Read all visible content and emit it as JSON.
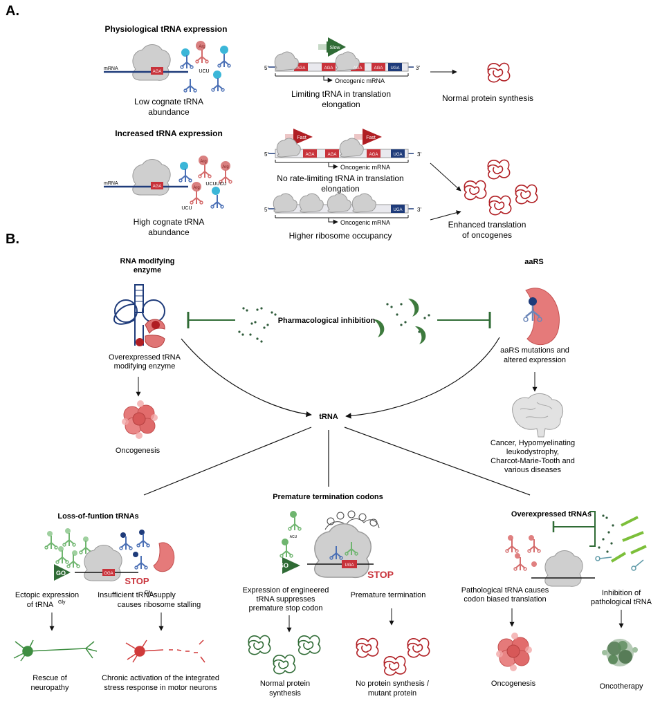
{
  "panel_a": {
    "label": "A.",
    "phys_title": "Physiological tRNA expression",
    "inc_title": "Increased tRNA expression",
    "mrna_label": "mRNA",
    "codon": "AGA",
    "stop_codon": "UGA",
    "anticodon": "UCU",
    "arg": "Arg",
    "five_prime": "5'",
    "three_prime": "3'",
    "slow": "Slow",
    "fast": "Fast",
    "oncogenic_mrna": "Oncogenic mRNA",
    "low_abundance_1": "Low cognate tRNA",
    "low_abundance_2": "abundance",
    "limiting_1": "Limiting tRNA in translation",
    "limiting_2": "elongation",
    "normal_synthesis": "Normal protein synthesis",
    "high_abundance_1": "High cognate tRNA",
    "high_abundance_2": "abundance",
    "no_limit_1": "No rate-limiting tRNA in translation",
    "no_limit_2": "elongation",
    "higher_occupancy": "Higher ribosome occupancy",
    "enhanced_1": "Enhanced translation",
    "enhanced_2": "of oncogenes"
  },
  "panel_b": {
    "label": "B.",
    "rna_mod_1": "RNA modifying",
    "rna_mod_2": "enzyme",
    "aars": "aaRS",
    "pharma": "Pharmacological inhibition",
    "overexp_enzyme_1": "Overexpressed tRNA",
    "overexp_enzyme_2": "modifying enzyme",
    "oncogenesis": "Oncogenesis",
    "trna": "tRNA",
    "aars_mut_1": "aaRS mutations and",
    "aars_mut_2": "altered expression",
    "diseases_1": "Cancer, Hypomyelinating",
    "diseases_2": "leukodystrophy,",
    "diseases_3": "Charcot-Marie-Tooth and",
    "diseases_4": "various diseases",
    "lof_title": "Loss-of-funtion tRNAs",
    "ptc_title": "Premature termination codons",
    "overexp_title": "Overexpressed tRNAs",
    "go": "GO",
    "stop": "STOP",
    "gga": "GGA",
    "acu": "ACU",
    "ectopic_1": "Ectopic expression",
    "ectopic_2": "of tRNA",
    "gly": "Gly",
    "insuff_1": "Insufficient tRNA",
    "insuff_1b": " supply",
    "insuff_2": "causes ribosome stalling",
    "rescue_1": "Rescue of",
    "rescue_2": "neuropathy",
    "chronic_1": "Chronic activation of the integrated",
    "chronic_2": "stress response in motor neurons",
    "engineered_1": "Expression of engineered",
    "engineered_2": "tRNA suppresses",
    "engineered_3": "premature stop codon",
    "premature_term": "Premature termination",
    "normal_1": "Normal protein",
    "normal_2": "synthesis",
    "noprot_1": "No protein synthesis /",
    "noprot_2": "mutant protein",
    "path_1": "Pathological tRNA causes",
    "path_2": "codon biased translation",
    "inhib_1": "Inhibition of",
    "inhib_2": "pathological tRNA",
    "oncogenesis2": "Oncogenesis",
    "oncotherapy": "Oncotherapy"
  },
  "colors": {
    "red": "#c8323a",
    "green": "#2f6b35",
    "navy": "#1f2f6b",
    "ribosome": "#cfcfcf",
    "teal": "#3bb6d8"
  }
}
